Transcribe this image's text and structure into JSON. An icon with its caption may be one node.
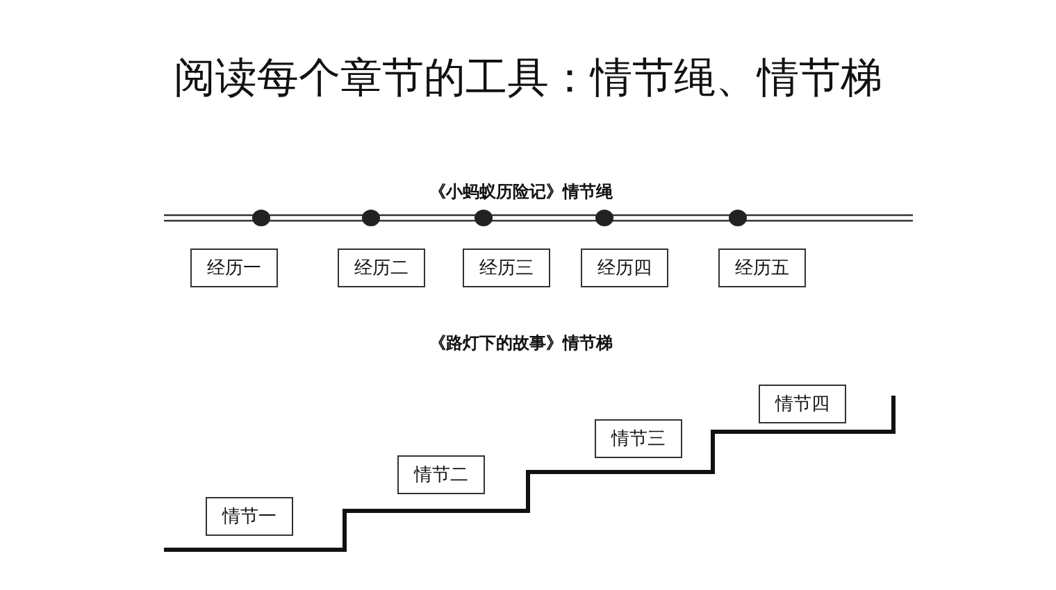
{
  "diagram": {
    "title": "阅读每个章节的工具：情节绳、情节梯",
    "nodes": [
      {
        "text": [
          "经历一"
        ]
      },
      {
        "text": [
          "经历二"
        ]
      },
      {
        "text": [
          "经历三"
        ]
      },
      {
        "text": [
          "经历四"
        ]
      },
      {
        "text": [
          "经历五"
        ]
      },
      {
        "text": [
          "情节一"
        ]
      },
      {
        "text": [
          "情节二"
        ]
      },
      {
        "text": [
          "情节三"
        ]
      },
      {
        "text": [
          "情节四"
        ]
      }
    ],
    "labels": [
      "《小蚂蚁历险记》情节绳",
      "《路灯下的故事》情节梯"
    ]
  }
}
